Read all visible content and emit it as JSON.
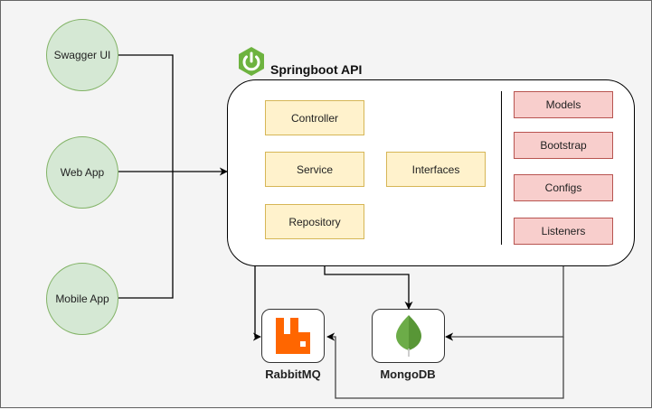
{
  "clients": [
    {
      "label": "Swagger UI"
    },
    {
      "label": "Web App"
    },
    {
      "label": "Mobile App"
    }
  ],
  "api": {
    "title": "Springboot API",
    "icon": "spring-power-icon",
    "layers": [
      {
        "label": "Controller"
      },
      {
        "label": "Service"
      },
      {
        "label": "Repository"
      },
      {
        "label": "Interfaces"
      }
    ],
    "modules": [
      {
        "label": "Models"
      },
      {
        "label": "Bootstrap"
      },
      {
        "label": "Configs"
      },
      {
        "label": "Listeners"
      }
    ]
  },
  "services": [
    {
      "label": "RabbitMQ",
      "icon": "rabbitmq-icon"
    },
    {
      "label": "MongoDB",
      "icon": "mongodb-leaf-icon"
    }
  ],
  "colors": {
    "client_fill": "#d5e8d4",
    "client_stroke": "#82b366",
    "layer_fill": "#fff2cc",
    "layer_stroke": "#d6b656",
    "module_fill": "#f8cecc",
    "module_stroke": "#b85450",
    "spring_green": "#6db33f",
    "rabbit_orange": "#ff6600",
    "mongo_green": "#589636"
  }
}
